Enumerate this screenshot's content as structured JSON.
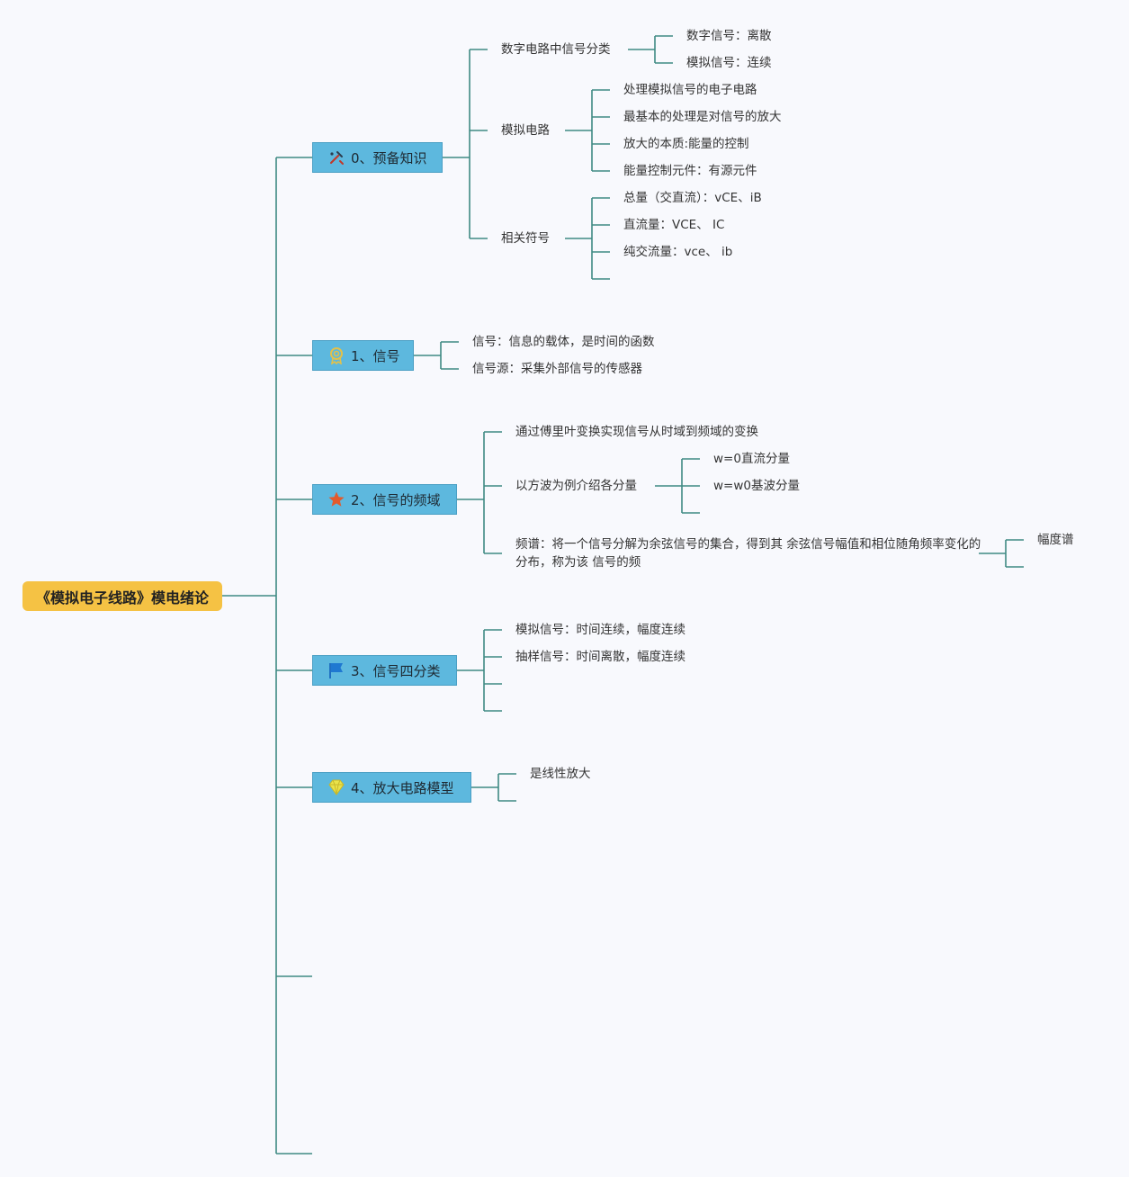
{
  "root": {
    "label": "《模拟电子线路》模电绪论"
  },
  "topics": [
    {
      "label": "0、预备知识",
      "icon": "tools-icon",
      "children": [
        {
          "label": "数字电路中信号分类",
          "children": [
            "数字信号：离散",
            "模拟信号：连续"
          ]
        },
        {
          "label": "模拟电路",
          "children": [
            "处理模拟信号的电子电路",
            "最基本的处理是对信号的放大",
            "放大的本质:能量的控制",
            "能量控制元件：有源元件"
          ]
        },
        {
          "label": "相关符号",
          "children": [
            "总量（交直流）：vCE、iB",
            "直流量：VCE、 IC",
            "纯交流量：vce、 ib"
          ]
        }
      ]
    },
    {
      "label": "1、信号",
      "icon": "award-ribbon-icon",
      "children": [
        {
          "label": "信号：信息的载体，是时间的函数"
        },
        {
          "label": "信号源：采集外部信号的传感器"
        }
      ]
    },
    {
      "label": "2、信号的频域",
      "icon": "star-icon",
      "children": [
        {
          "label": "通过傅里叶变换实现信号从时域到频域的变换"
        },
        {
          "label": "以方波为例介绍各分量",
          "children": [
            "w=0直流分量",
            "w=w0基波分量"
          ]
        },
        {
          "label": "频谱：将一个信号分解为余弦信号的集合，得到其 余弦信号幅值和相位随角频率变化的分布，称为该 信号的频",
          "children": [
            "幅度谱"
          ]
        }
      ]
    },
    {
      "label": "3、信号四分类",
      "icon": "flag-icon",
      "children": [
        {
          "label": "模拟信号：时间连续，幅度连续"
        },
        {
          "label": "抽样信号：时间离散，幅度连续"
        }
      ]
    },
    {
      "label": "4、放大电路模型",
      "icon": "diamond-icon",
      "children": [
        {
          "label": "是线性放大"
        }
      ]
    }
  ],
  "colors": {
    "line": "#3f8a83",
    "root": "#f5c244",
    "topic": "#5db8de"
  }
}
